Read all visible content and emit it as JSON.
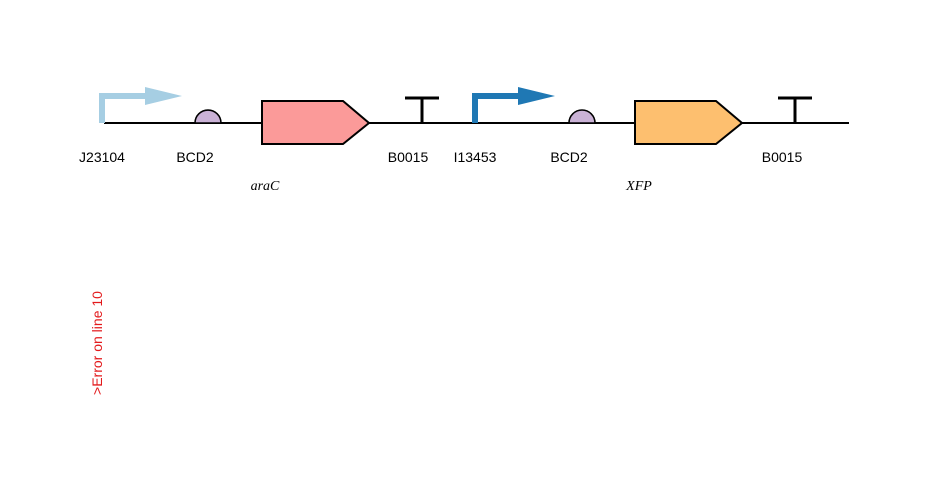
{
  "colors": {
    "backbone": "#000000",
    "promoter_1": "#a6cee3",
    "promoter_2": "#1f78b4",
    "rbs": "#cab2d6",
    "cds_1": "#fb9a99",
    "cds_2": "#fdbf6f",
    "terminator": "#000000",
    "error": "#e31a1c"
  },
  "parts": [
    {
      "type": "promoter",
      "label": "J23104",
      "color_key": "promoter_1"
    },
    {
      "type": "rbs",
      "label": "BCD2",
      "color_key": "rbs"
    },
    {
      "type": "cds",
      "label": "araC",
      "color_key": "cds_1"
    },
    {
      "type": "terminator",
      "label": "B0015",
      "color_key": "terminator"
    },
    {
      "type": "promoter",
      "label": "I13453",
      "color_key": "promoter_2"
    },
    {
      "type": "rbs",
      "label": "BCD2",
      "color_key": "rbs"
    },
    {
      "type": "cds",
      "label": "XFP",
      "color_key": "cds_2"
    },
    {
      "type": "terminator",
      "label": "B0015",
      "color_key": "terminator"
    }
  ],
  "error_message": ">Error on line 10"
}
